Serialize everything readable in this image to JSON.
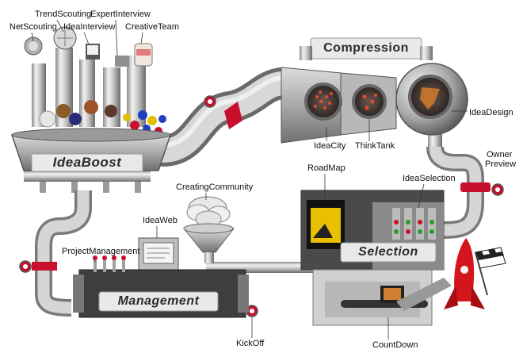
{
  "stations": {
    "ideaboost": "IdeaBoost",
    "compression": "Compression",
    "selection": "Selection",
    "management": "Management"
  },
  "labels": {
    "net_scouting": "NetScouting",
    "trend_scouting": "TrendScouting",
    "idea_interview": "IdeaInterview",
    "expert_interview": "ExpertInterview",
    "creative_team": "CreativeTeam",
    "idea_city": "IdeaCity",
    "think_tank": "ThinkTank",
    "idea_design": "IdeaDesign",
    "owner_preview_line1": "Owner",
    "owner_preview_line2": "Preview",
    "road_map": "RoadMap",
    "idea_selection": "IdeaSelection",
    "creating_community": "CreatingCommunity",
    "idea_web": "IdeaWeb",
    "project_management": "ProjectManagement",
    "kick_off": "KickOff",
    "count_down": "CountDown"
  },
  "colors": {
    "metal_light": "#e6e6e6",
    "metal_mid": "#b5b5b5",
    "metal_dark": "#6e6e6e",
    "band_red": "#c8102e",
    "plate_bg": "#e9e9e9",
    "flag_red": "#d4161c"
  }
}
